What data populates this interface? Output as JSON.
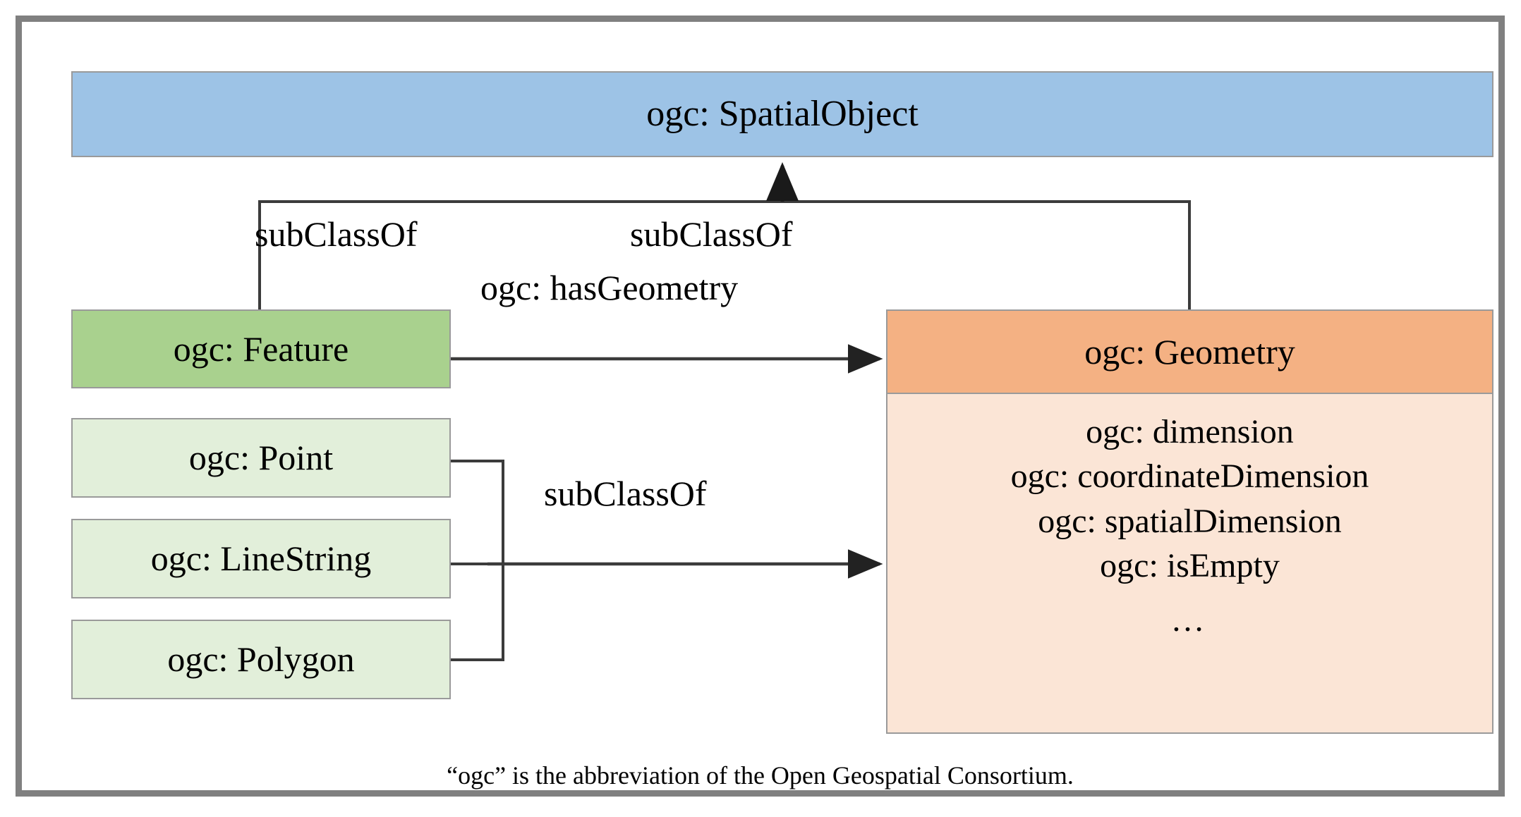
{
  "diagram": {
    "title": "GeoSPARQL ogc class hierarchy",
    "footnote": "“ogc” is the abbreviation of the Open Geospatial Consortium.",
    "nodes": {
      "spatial_object": {
        "label": "ogc: SpatialObject",
        "color": "#9DC3E6"
      },
      "feature": {
        "label": "ogc: Feature",
        "color": "#A9D18E"
      },
      "geometry": {
        "label": "ogc: Geometry",
        "header_color": "#F4B183",
        "body_color": "#FBE5D6",
        "properties": [
          "ogc: dimension",
          "ogc: coordinateDimension",
          "ogc: spatialDimension",
          "ogc: isEmpty"
        ],
        "more_indicator": "…"
      },
      "subtypes": [
        {
          "label": "ogc: Point",
          "color": "#E2EFDA"
        },
        {
          "label": "ogc: LineString",
          "color": "#E2EFDA"
        },
        {
          "label": "ogc: Polygon",
          "color": "#E2EFDA"
        }
      ]
    },
    "edges": {
      "feature_subclassof": "subClassOf",
      "geometry_subclassof": "subClassOf",
      "has_geometry": "ogc: hasGeometry",
      "subtypes_subclassof": "subClassOf"
    },
    "style": {
      "frame_color": "#808080",
      "node_border": "#9A9A9A",
      "edge_color": "#3A3A3A"
    }
  }
}
